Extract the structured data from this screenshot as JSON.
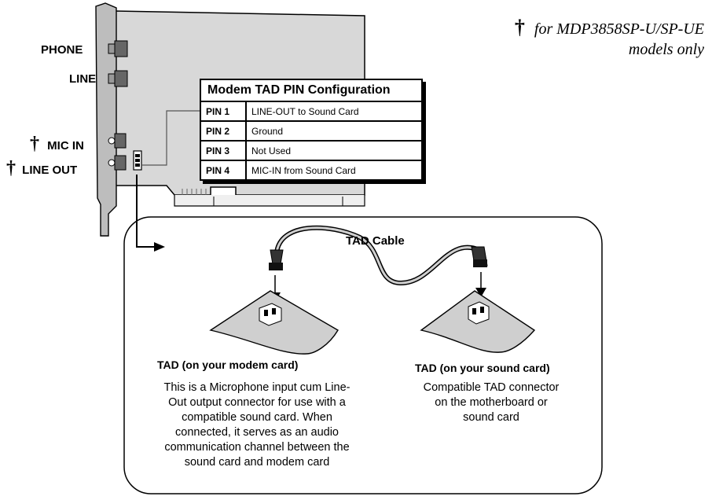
{
  "port_labels": {
    "phone": "PHONE",
    "line": "LINE",
    "mic_in": "MIC IN",
    "line_out": "LINE OUT",
    "dagger": "†"
  },
  "note": {
    "dagger": "†",
    "line1": "for MDP3858SP-U/SP-UE",
    "line2": "models only"
  },
  "pin_table": {
    "title": "Modem TAD PIN Configuration",
    "rows": [
      {
        "pin": "PIN 1",
        "desc": "LINE-OUT to Sound Card"
      },
      {
        "pin": "PIN 2",
        "desc": "Ground"
      },
      {
        "pin": "PIN 3",
        "desc": "Not Used"
      },
      {
        "pin": "PIN 4",
        "desc": "MIC-IN from Sound Card"
      }
    ]
  },
  "cable_label": "TAD Cable",
  "modem_side": {
    "title": "TAD (on your modem card)",
    "desc_lines": [
      "This is a Microphone input cum Line-",
      "Out output connector for use with a",
      "compatible sound card. When",
      "connected, it serves as an audio",
      "communication channel between the",
      "sound card and modem card"
    ]
  },
  "sound_side": {
    "title": "TAD (on your sound card)",
    "desc_lines": [
      "Compatible TAD connector",
      "on the motherboard or",
      "sound card"
    ]
  }
}
